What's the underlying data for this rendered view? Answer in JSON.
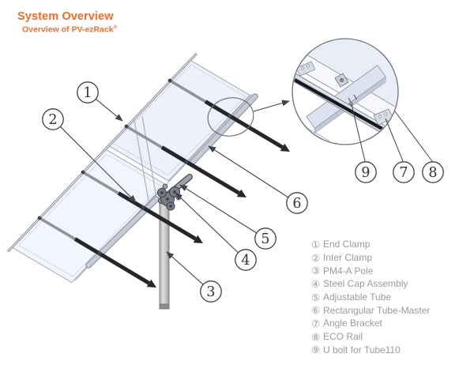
{
  "header": {
    "title": "System Overview",
    "subtitle": "Overview of PV-ezRack",
    "trademark": "®"
  },
  "diagram": {
    "callouts": [
      "1",
      "2",
      "3",
      "4",
      "5",
      "6",
      "7",
      "8",
      "9"
    ]
  },
  "legend": {
    "items": [
      {
        "num": "①",
        "label": "End Clamp"
      },
      {
        "num": "②",
        "label": "Inter Clamp"
      },
      {
        "num": "③",
        "label": "PM4-A Pole"
      },
      {
        "num": "④",
        "label": "Steel Cap Assembly"
      },
      {
        "num": "⑤",
        "label": "Adjustable Tube"
      },
      {
        "num": "⑥",
        "label": "Rectangular Tube-Master"
      },
      {
        "num": "⑦",
        "label": "Angle Bracket"
      },
      {
        "num": "⑧",
        "label": "ECO Rail"
      },
      {
        "num": "⑨",
        "label": "U bolt for Tube110"
      }
    ]
  },
  "colors": {
    "accent": "#ee6f2d",
    "legend_text": "#9b9b9b",
    "diagram_line": "#3f444a",
    "panel_fill": "#edf1fa",
    "tube_dark": "#25262a",
    "pole_gray": "#c9c7c3"
  }
}
